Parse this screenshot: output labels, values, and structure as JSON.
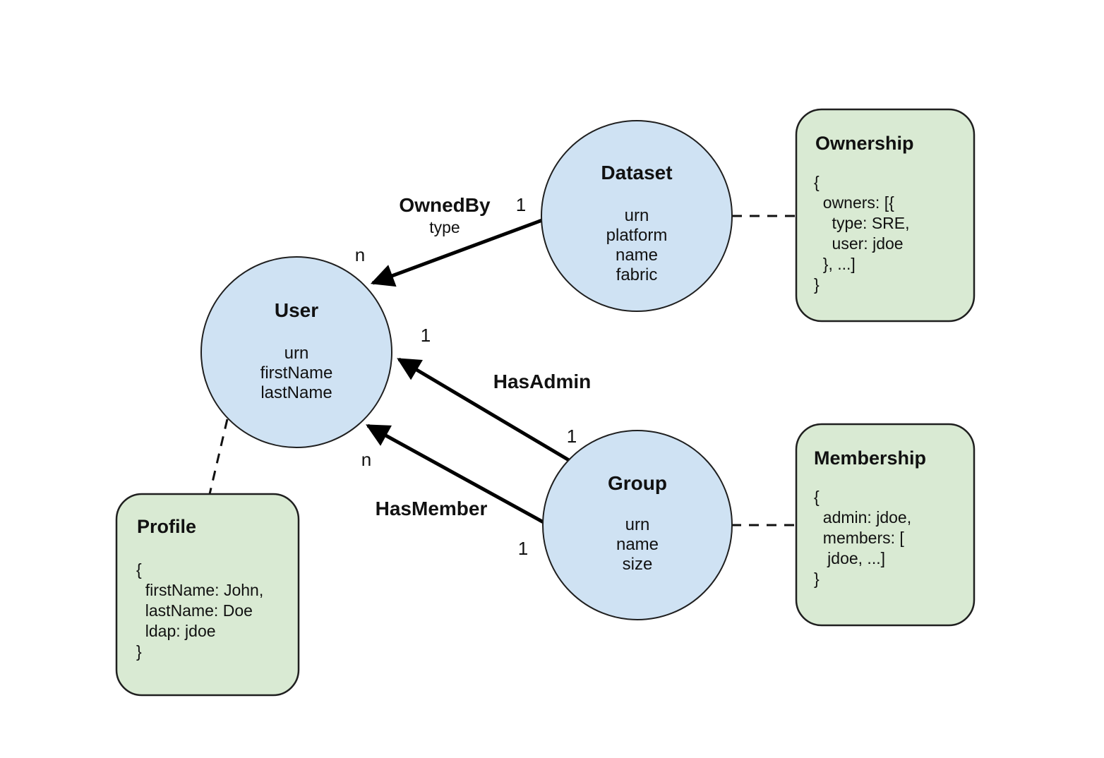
{
  "diagram": {
    "colors": {
      "entity_fill": "#cfe2f3",
      "aspect_fill": "#d9ead3",
      "shape_border": "#1f1f1f",
      "edge_color": "#000000",
      "background": "#ffffff"
    },
    "entities": [
      {
        "title": "Dataset",
        "attributes": [
          "urn",
          "platform",
          "name",
          "fabric"
        ]
      },
      {
        "title": "User",
        "attributes": [
          "urn",
          "firstName",
          "lastName"
        ]
      },
      {
        "title": "Group",
        "attributes": [
          "urn",
          "name",
          "size"
        ]
      }
    ],
    "aspects": [
      {
        "title": "Ownership",
        "body": [
          "{",
          "  owners: [{",
          "    type: SRE,",
          "    user: jdoe",
          "  }, ...]",
          "}"
        ]
      },
      {
        "title": "Membership",
        "body": [
          "{",
          "  admin: jdoe,",
          "  members: [",
          "   jdoe, ...]",
          "}"
        ]
      },
      {
        "title": "Profile",
        "body": [
          "{",
          "  firstName: John,",
          "  lastName: Doe",
          "  ldap: jdoe",
          "}"
        ]
      }
    ],
    "relationships": [
      {
        "label": "OwnedBy",
        "sublabel": "type",
        "from": "Dataset",
        "to": "User",
        "source_cardinality": "1",
        "target_cardinality": "n"
      },
      {
        "label": "HasAdmin",
        "from": "Group",
        "to": "User",
        "source_cardinality": "1",
        "target_cardinality": "1"
      },
      {
        "label": "HasMember",
        "from": "Group",
        "to": "User",
        "source_cardinality": "1",
        "target_cardinality": "n"
      }
    ]
  }
}
